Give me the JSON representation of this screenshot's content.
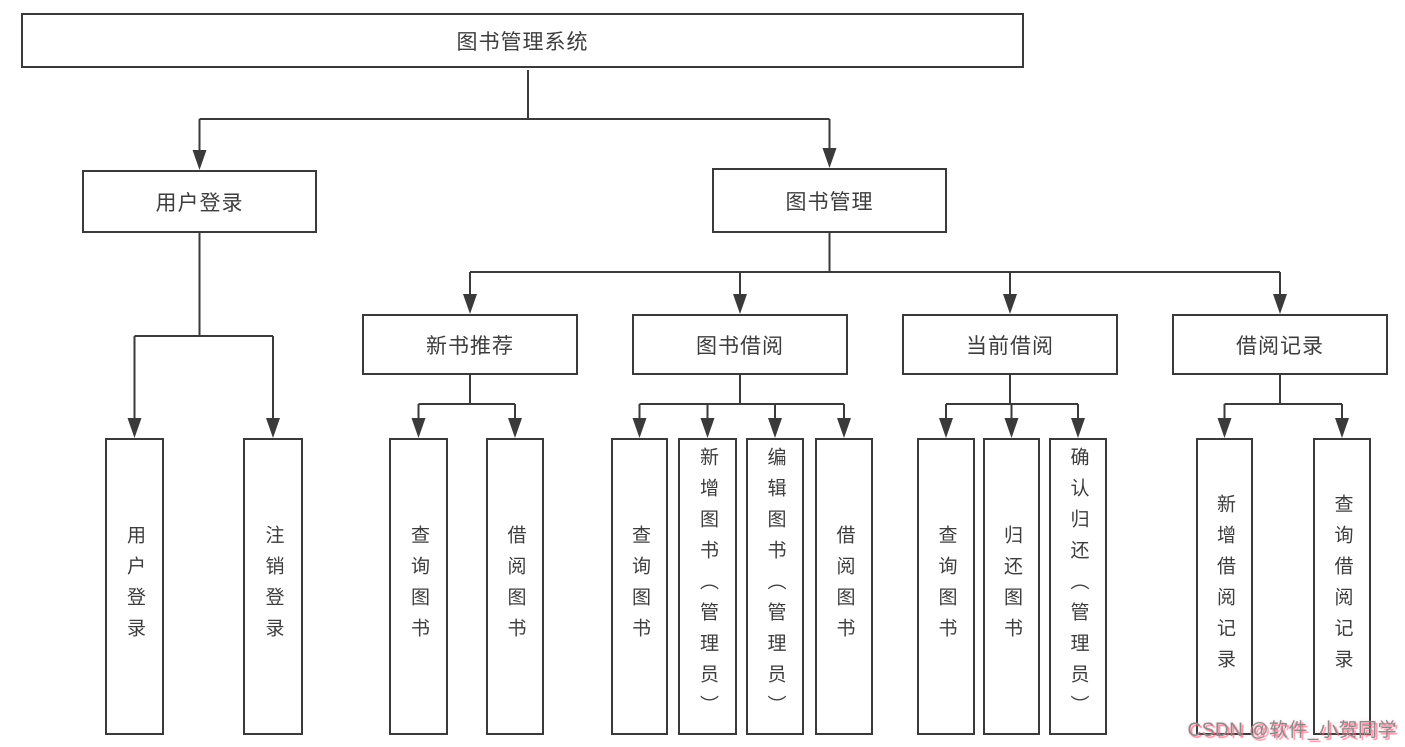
{
  "nodes": {
    "root": {
      "label": "图书管理系统"
    },
    "login": {
      "label": "用户登录",
      "leaves": [
        "用户登录",
        "注销登录"
      ]
    },
    "mgmt": {
      "label": "图书管理"
    },
    "rec": {
      "label": "新书推荐",
      "leaves": [
        "查询图书",
        "借阅图书"
      ]
    },
    "borrow": {
      "label": "图书借阅",
      "leaves": [
        "查询图书",
        "新增图书（管理员）",
        "编辑图书（管理员）",
        "借阅图书"
      ]
    },
    "current": {
      "label": "当前借阅",
      "leaves": [
        "查询图书",
        "归还图书",
        "确认归还（管理员）"
      ]
    },
    "records": {
      "label": "借阅记录",
      "leaves": [
        "新增借阅记录",
        "查询借阅记录"
      ]
    }
  },
  "watermark": {
    "text": "CSDN @软件_小贺同学"
  },
  "colors": {
    "line": "#3a3a3a",
    "text": "#3d3d3d",
    "watermark_gray": "#8c8c8c",
    "watermark_pink": "#ff5f7e",
    "background": "#ffffff"
  }
}
